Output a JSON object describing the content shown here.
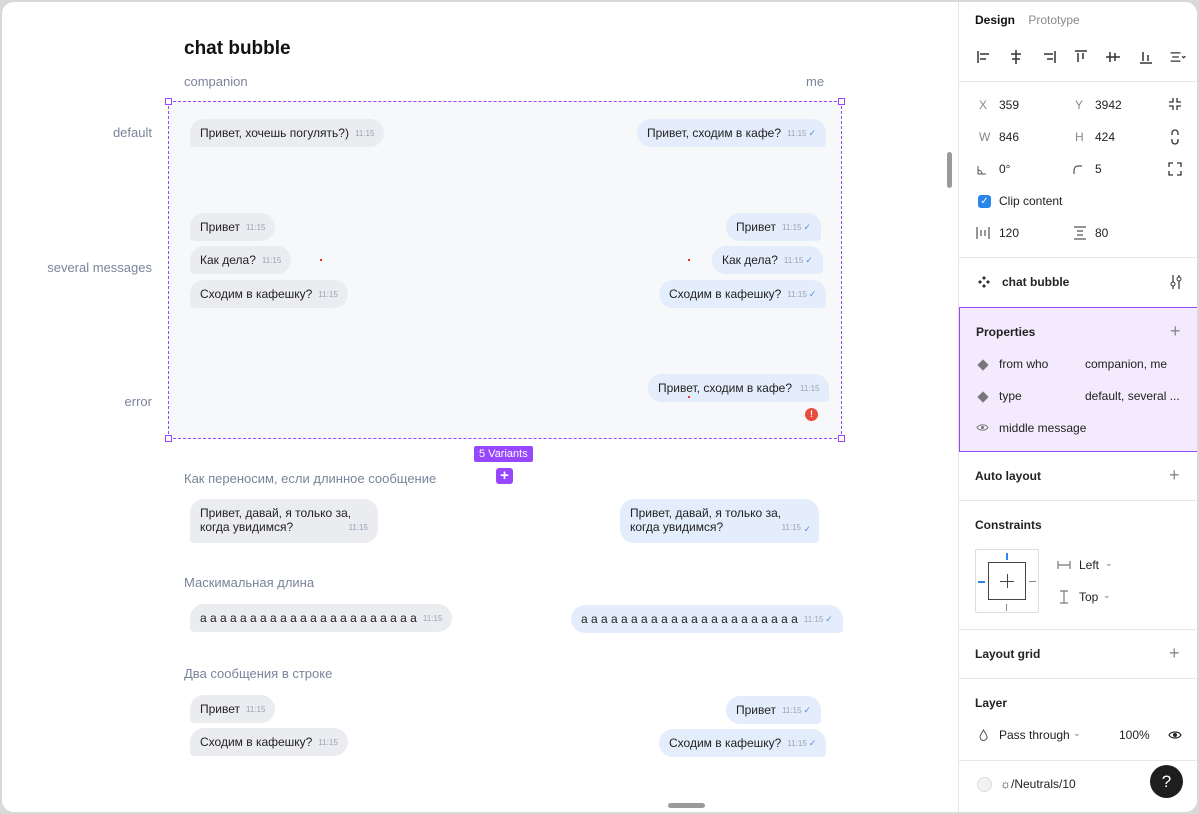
{
  "canvas": {
    "title": "chat bubble",
    "col_companion": "companion",
    "col_me": "me",
    "row_default": "default",
    "row_several": "several messages",
    "row_error": "error",
    "variants_badge": "5 Variants",
    "add_variant_icon": "+",
    "default_in": {
      "text": "Привет, хочешь погулять?)",
      "time": "11:15"
    },
    "default_out": {
      "text": "Привет, сходим в кафе?",
      "time": "11:15",
      "check": "✓"
    },
    "several_in": [
      {
        "text": "Привет",
        "time": "11:15"
      },
      {
        "text": "Как дела?",
        "time": "11:15"
      },
      {
        "text": "Сходим в кафешку?",
        "time": "11:15"
      }
    ],
    "several_out": [
      {
        "text": "Привет",
        "time": "11:15",
        "check": "✓"
      },
      {
        "text": "Как дела?",
        "time": "11:15",
        "check": "✓"
      },
      {
        "text": "Сходим в кафешку?",
        "time": "11:15",
        "check": "✓"
      }
    ],
    "error_out": {
      "text": "Привет, сходим в кафе?",
      "time": "11:15"
    },
    "error_icon": "!",
    "section_wrap": "Как переносим, если длинное сообщение",
    "wrap_in": {
      "line1": "Привет, давай, я только за,",
      "line2": "когда увидимся?",
      "time": "11:15"
    },
    "wrap_out": {
      "line1": "Привет, давай, я только за,",
      "line2": "когда увидимся?",
      "time": "11:15",
      "check": "✓"
    },
    "section_max": "Маскимальная длина",
    "max_in": {
      "text": "а а а а а а а а а а а а а а а а а а а а а а",
      "time": "11:15"
    },
    "max_out": {
      "text": "а а а а а а а а а а а а а а а а а а а а а а",
      "time": "11:15",
      "check": "✓"
    },
    "section_two": "Два сообщения в строке",
    "two_in": [
      {
        "text": "Привет",
        "time": "11:15"
      },
      {
        "text": "Сходим в кафешку?",
        "time": "11:15"
      }
    ],
    "two_out": [
      {
        "text": "Привет",
        "time": "11:15",
        "check": "✓"
      },
      {
        "text": "Сходим в кафешку?",
        "time": "11:15",
        "check": "✓"
      }
    ]
  },
  "panel": {
    "tab_design": "Design",
    "tab_prototype": "Prototype",
    "x_label": "X",
    "x_value": "359",
    "y_label": "Y",
    "y_value": "3942",
    "w_label": "W",
    "w_value": "846",
    "h_label": "H",
    "h_value": "424",
    "rotation_value": "0°",
    "radius_value": "5",
    "clip_content": "Clip content",
    "gap_h_value": "120",
    "gap_v_value": "80",
    "component_name": "chat bubble",
    "properties_title": "Properties",
    "prop1_name": "from who",
    "prop1_value": "companion, me",
    "prop2_name": "type",
    "prop2_value": "default, several ...",
    "prop3_name": "middle message",
    "auto_layout": "Auto layout",
    "constraints": "Constraints",
    "constraint_h": "Left",
    "constraint_v": "Top",
    "layout_grid": "Layout grid",
    "layer": "Layer",
    "blend_mode": "Pass through",
    "opacity": "100%",
    "fill_style": "☼/Neutrals/10",
    "help": "?"
  },
  "colors": {
    "accent": "#9747ff",
    "outgoing_bubble": "#e3edfb",
    "incoming_bubble": "#ebecf0",
    "error": "#e74c3c"
  }
}
